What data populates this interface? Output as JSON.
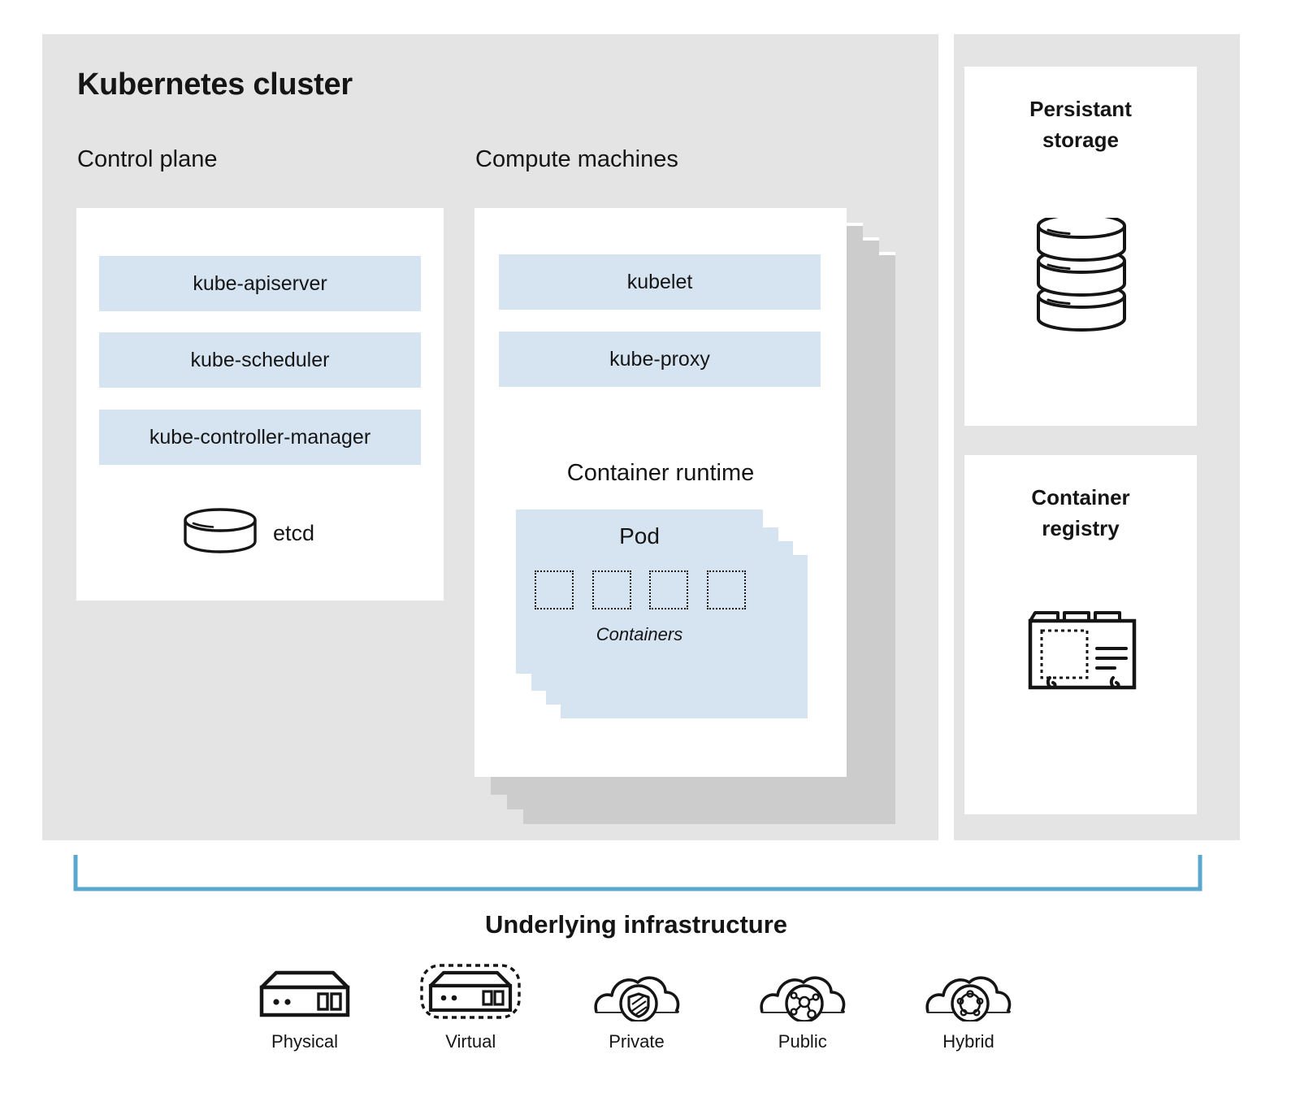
{
  "cluster": {
    "title": "Kubernetes cluster",
    "control_plane": {
      "heading": "Control plane",
      "components": [
        {
          "label": "kube-apiserver"
        },
        {
          "label": "kube-scheduler"
        },
        {
          "label": "kube-controller-manager"
        }
      ],
      "etcd": {
        "label": "etcd",
        "icon": "database-disk-icon"
      }
    },
    "compute_machines": {
      "heading": "Compute machines",
      "components": [
        {
          "label": "kubelet"
        },
        {
          "label": "kube-proxy"
        }
      ],
      "container_runtime": {
        "heading": "Container runtime",
        "pod": {
          "title": "Pod",
          "containers_label": "Containers",
          "container_count": 4,
          "stack_layers": 4
        }
      },
      "stack_layers": 4
    }
  },
  "side_panel": {
    "cards": [
      {
        "title": "Persistant storage",
        "title_line_1": "Persistant",
        "title_line_2": "storage",
        "icon": "database-stack-icon"
      },
      {
        "title": "Container registry",
        "title_line_1": "Container",
        "title_line_2": "registry",
        "icon": "file-box-registry-icon"
      }
    ]
  },
  "infrastructure": {
    "title": "Underlying infrastructure",
    "bracket_icon": "bracket-span-icon",
    "items": [
      {
        "label": "Physical",
        "icon": "server-icon"
      },
      {
        "label": "Virtual",
        "icon": "virtual-server-dashed-icon"
      },
      {
        "label": "Private",
        "icon": "cloud-shield-icon"
      },
      {
        "label": "Public",
        "icon": "cloud-network-icon"
      },
      {
        "label": "Hybrid",
        "icon": "cloud-hybrid-icon"
      }
    ]
  },
  "colors": {
    "panel_gray": "#e4e4e4",
    "card_white": "#ffffff",
    "component_blue": "#d6e4f2",
    "stack_gray": "#cccccc",
    "bracket_blue": "#5ba8cf",
    "text": "#151515"
  }
}
